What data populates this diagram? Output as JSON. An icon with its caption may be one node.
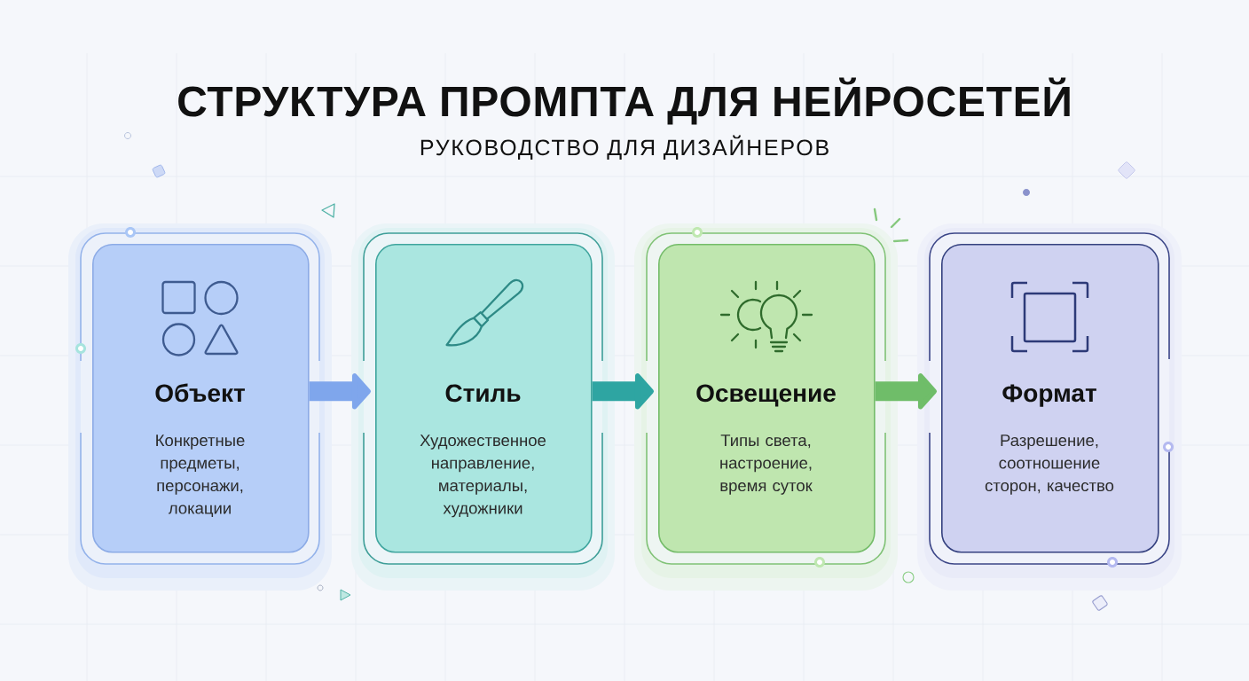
{
  "diagram": {
    "title": "СТРУКТУРА ПРОМПТА ДЛЯ НЕЙРОСЕТЕЙ",
    "nodes": [
      {
        "text": [
          "Объект",
          "Конкретные предметы, персонажи, локации"
        ]
      },
      {
        "text": [
          "Стиль",
          "Художественное направление, материалы, художники"
        ]
      },
      {
        "text": [
          "Освещение",
          "Типы света, настроение, время суток"
        ]
      },
      {
        "text": [
          "Формат",
          "Разрешение, соотношение сторон, качество"
        ]
      }
    ],
    "edges": [
      {
        "from": 0,
        "to": 1,
        "arrow": "to",
        "color": "#7fa6ec"
      },
      {
        "from": 1,
        "to": 2,
        "arrow": "to",
        "color": "#2ea5a2"
      },
      {
        "from": 2,
        "to": 3,
        "arrow": "to",
        "color": "#6fbd69"
      }
    ],
    "labels": [
      "РУКОВОДСТВО ДЛЯ ДИЗАЙНЕРОВ"
    ]
  }
}
